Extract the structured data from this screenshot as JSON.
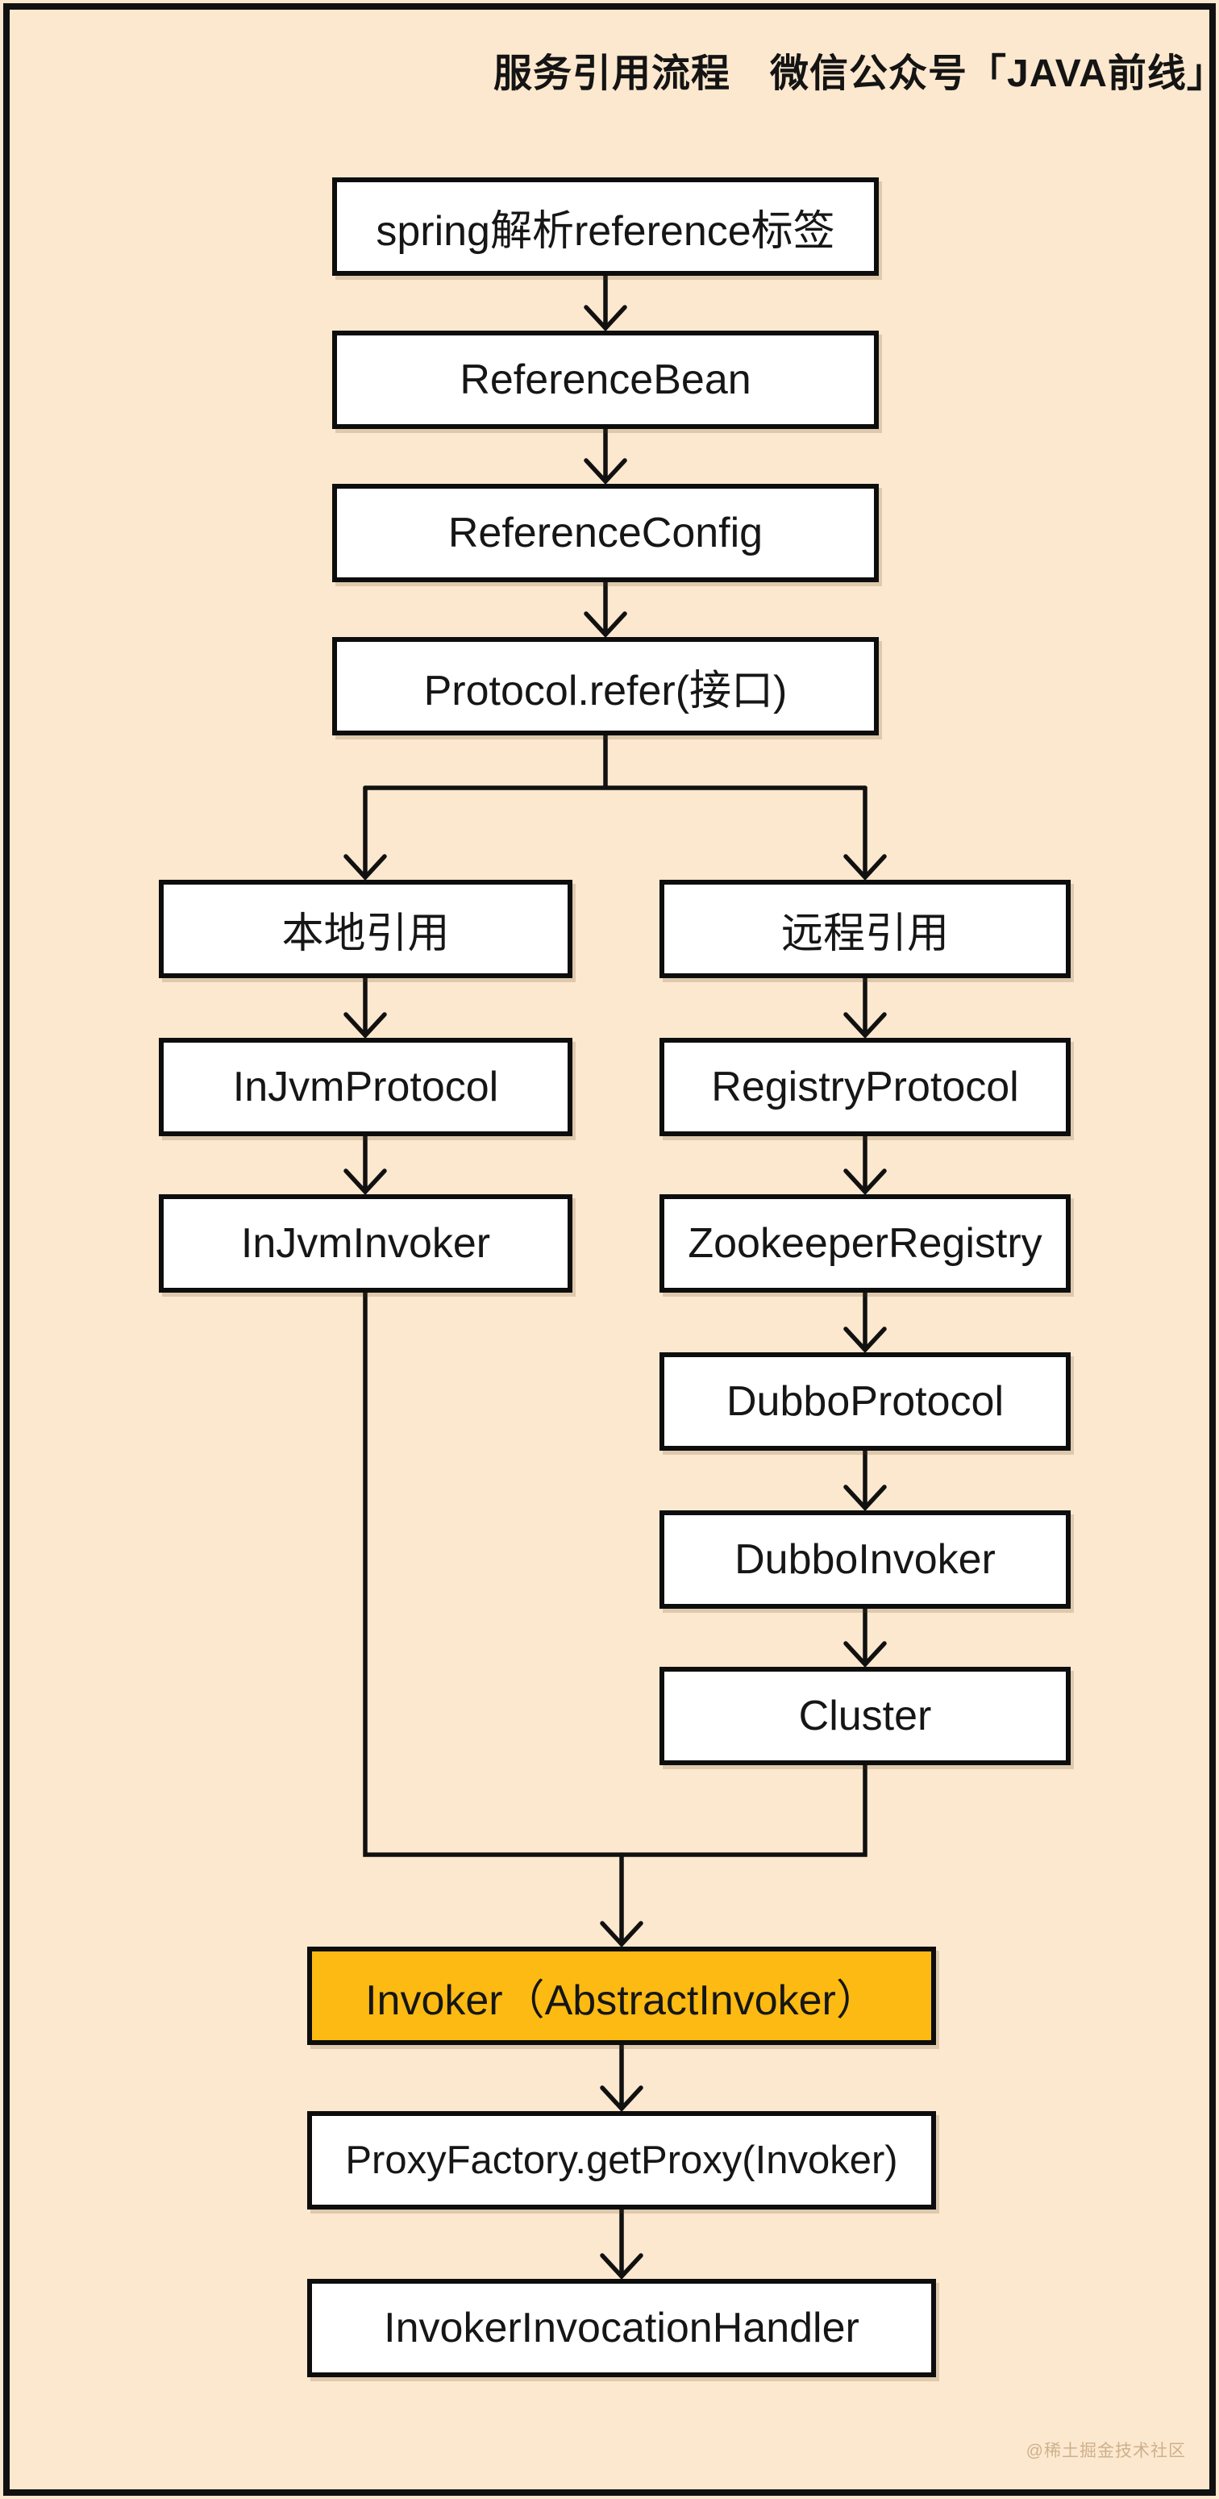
{
  "header": {
    "title": "服务引用流程　微信公众号「JAVA前线」"
  },
  "watermark": {
    "text": "@稀土掘金技术社区"
  },
  "colors": {
    "background": "#fce8ce",
    "frame": "#111111",
    "box_fill": "#ffffff",
    "box_border": "#0d0d0d",
    "highlight_fill": "#fcba12",
    "line": "#111111",
    "watermark": "#b08b62"
  },
  "nodes": {
    "spring_parse": "spring解析reference标签",
    "reference_bean": "ReferenceBean",
    "reference_config": "ReferenceConfig",
    "protocol_refer": "Protocol.refer(接口)",
    "local_ref": "本地引用",
    "injvm_protocol": "InJvmProtocol",
    "injvm_invoker": "InJvmInvoker",
    "remote_ref": "远程引用",
    "registry_protocol": "RegistryProtocol",
    "zookeeper_registry": "ZookeeperRegistry",
    "dubbo_protocol": "DubboProtocol",
    "dubbo_invoker": "DubboInvoker",
    "cluster": "Cluster",
    "invoker_abstract": "Invoker（AbstractInvoker）",
    "proxy_factory": "ProxyFactory.getProxy(Invoker)",
    "invocation_handler": "InvokerInvocationHandler"
  }
}
